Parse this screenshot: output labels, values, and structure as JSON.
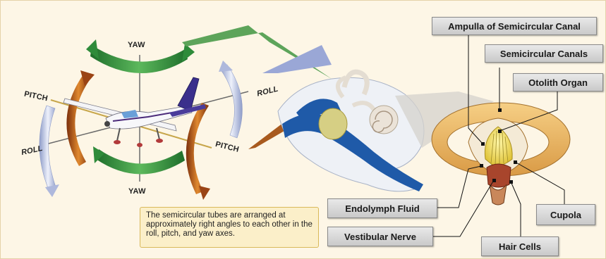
{
  "labels": {
    "yaw_top": "YAW",
    "yaw_bottom": "YAW",
    "pitch_left": "PITCH",
    "pitch_right": "PITCH",
    "roll_left": "ROLL",
    "roll_right": "ROLL"
  },
  "callouts": {
    "ampulla": "Ampulla of Semicircular Canal",
    "semicircular_canals": "Semicircular Canals",
    "otolith_organ": "Otolith Organ",
    "endolymph_fluid": "Endolymph Fluid",
    "vestibular_nerve": "Vestibular Nerve",
    "cupola": "Cupola",
    "hair_cells": "Hair Cells"
  },
  "caption": "The semicircular tubes are arranged at approximately right angles to each other in the roll, pitch, and yaw axes.",
  "colors": {
    "yaw_arrow": "#2e8b3a",
    "pitch_arrow": "#b3561c",
    "roll_arrow": "#b8c4e6",
    "ear_blue": "#1f5aa8",
    "canal_ring": "#e9b86a",
    "background": "#fdf6e6"
  }
}
